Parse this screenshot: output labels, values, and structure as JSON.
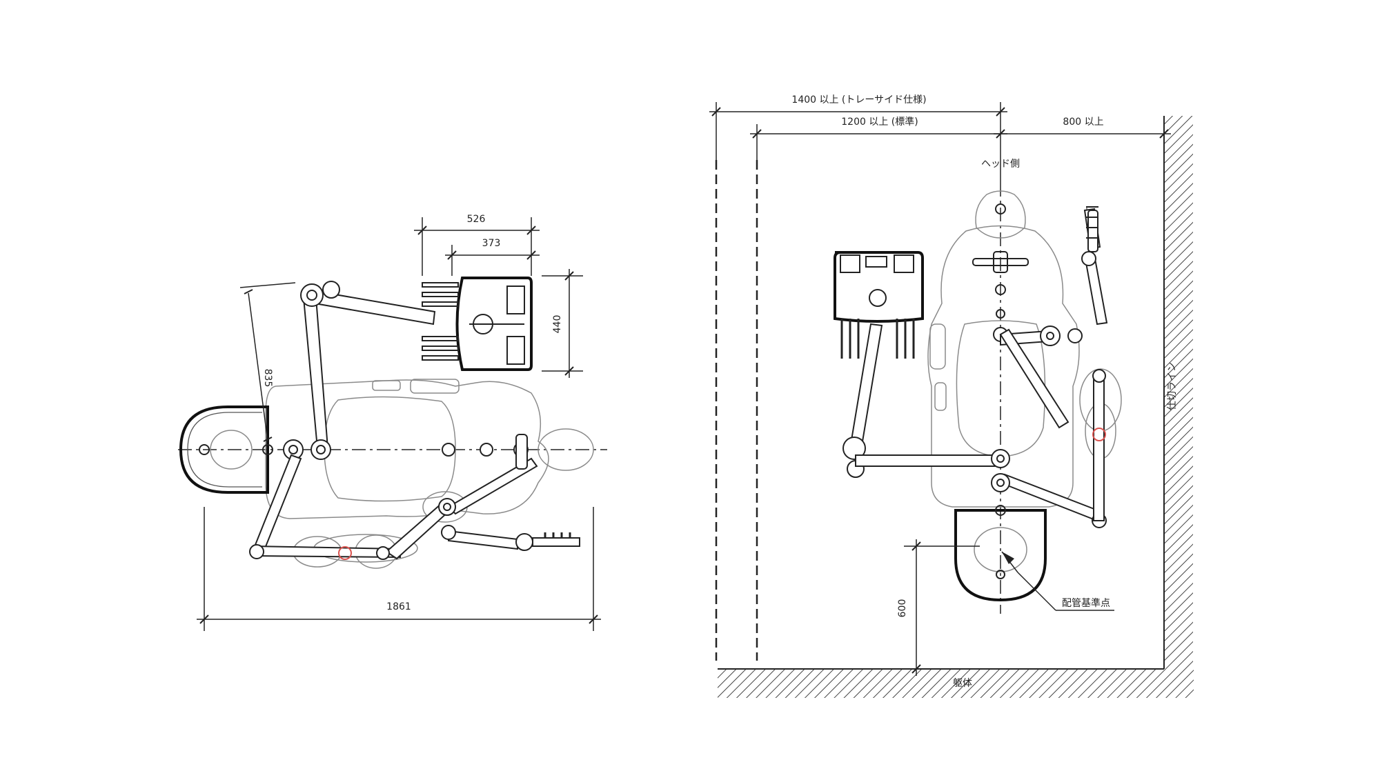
{
  "left_plan": {
    "dimensions": {
      "total_length": "1861",
      "tray_width_outer": "526",
      "tray_width_inner": "373",
      "tray_depth": "440",
      "arm_reach": "835"
    }
  },
  "right_plan": {
    "dimensions": {
      "width_tray_side": "1400 以上 (トレーサイド仕様)",
      "width_standard": "1200 以上 (標準)",
      "wall_clearance": "800 以上",
      "pipe_offset": "600"
    },
    "labels": {
      "head_side": "ヘッド側",
      "piping_reference": "配管基準点",
      "finish_line": "仕切ライン",
      "building_frame": "躯体"
    }
  },
  "colors": {
    "line": "#222222",
    "hatch": "#444444",
    "marker": "#d9534f"
  }
}
